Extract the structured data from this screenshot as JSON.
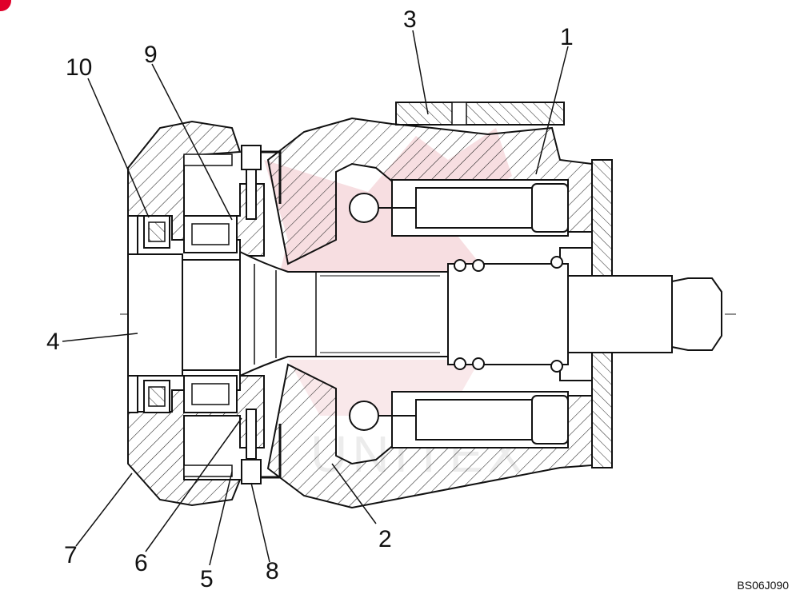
{
  "diagram": {
    "reference_code": "BS06J090",
    "callouts": [
      {
        "id": "c1",
        "label": "1"
      },
      {
        "id": "c2",
        "label": "2"
      },
      {
        "id": "c3",
        "label": "3"
      },
      {
        "id": "c4",
        "label": "4"
      },
      {
        "id": "c5",
        "label": "5"
      },
      {
        "id": "c6",
        "label": "6"
      },
      {
        "id": "c7",
        "label": "7"
      },
      {
        "id": "c8",
        "label": "8"
      },
      {
        "id": "c9",
        "label": "9"
      },
      {
        "id": "c10",
        "label": "10"
      }
    ],
    "watermark_text": "UNITEX",
    "colors": {
      "line": "#111111",
      "watermark": "#e8a0a8",
      "badge": "#e0002a"
    }
  }
}
